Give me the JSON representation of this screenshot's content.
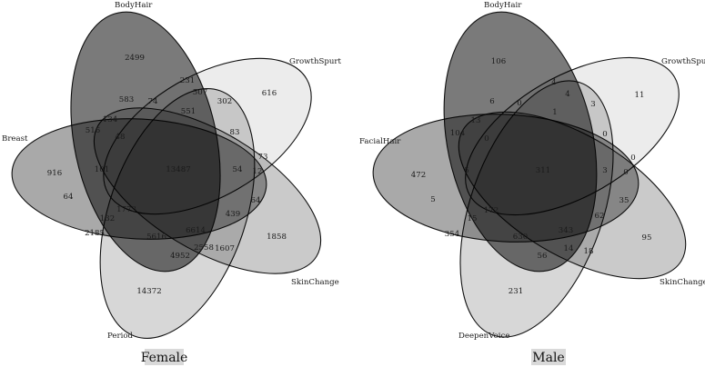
{
  "panels": [
    {
      "caption": "Female",
      "sets": [
        "BodyHair",
        "GrowthSpurt",
        "SkinChange",
        "Period",
        "Breast"
      ],
      "fills": [
        "#7a7a7a",
        "#ececec",
        "#cacaca",
        "#d7d7d7",
        "#a9a9a9"
      ],
      "counts": [
        "2499",
        "616",
        "1858",
        "14372",
        "916",
        "231",
        "583",
        "74",
        "507",
        "302",
        "551",
        "134",
        "516",
        "48",
        "83",
        "73",
        "101",
        "13487",
        "54",
        "12",
        "64",
        "132",
        "1773",
        "64",
        "439",
        "6614",
        "2185",
        "5616",
        "2558",
        "1607",
        "4952"
      ]
    },
    {
      "caption": "Male",
      "sets": [
        "BodyHair",
        "GrowthSpurt",
        "SkinChange",
        "DeepenVoice",
        "FacialHair"
      ],
      "fills": [
        "#7a7a7a",
        "#ececec",
        "#cacaca",
        "#d7d7d7",
        "#a9a9a9"
      ],
      "counts": [
        "106",
        "11",
        "95",
        "231",
        "472",
        "4",
        "6",
        "0",
        "4",
        "3",
        "1",
        "13",
        "104",
        "0",
        "0",
        "0",
        "5",
        "311",
        "3",
        "0",
        "5",
        "15",
        "172",
        "35",
        "62",
        "343",
        "354",
        "630",
        "14",
        "18",
        "56"
      ]
    }
  ]
}
